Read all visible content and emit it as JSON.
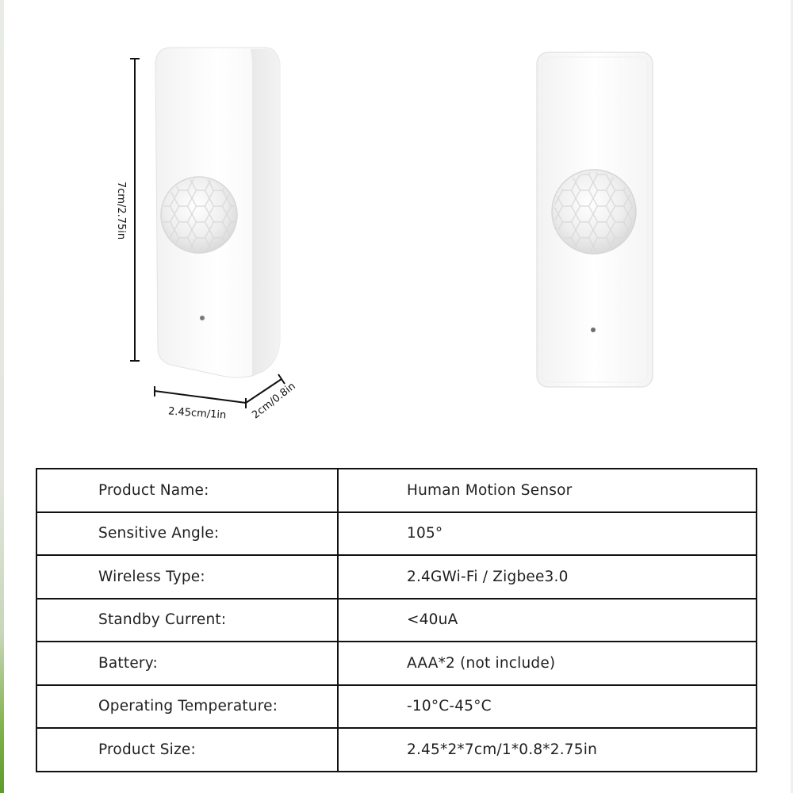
{
  "dimensions": {
    "height": "7cm/2.75in",
    "width": "2.45cm/1in",
    "depth": "2cm/0.8in"
  },
  "specs": [
    {
      "label": "Product Name:",
      "value": "Human Motion Sensor"
    },
    {
      "label": "Sensitive Angle:",
      "value": "105°"
    },
    {
      "label": "Wireless Type:",
      "value": "2.4GWi-Fi / Zigbee3.0"
    },
    {
      "label": "Standby Current:",
      "value": "<40uA"
    },
    {
      "label": "Battery:",
      "value": "AAA*2 (not include)"
    },
    {
      "label": "Operating Temperature:",
      "value": "-10°C-45°C"
    },
    {
      "label": "Product Size:",
      "value": "2.45*2*7cm/1*0.8*2.75in"
    }
  ]
}
